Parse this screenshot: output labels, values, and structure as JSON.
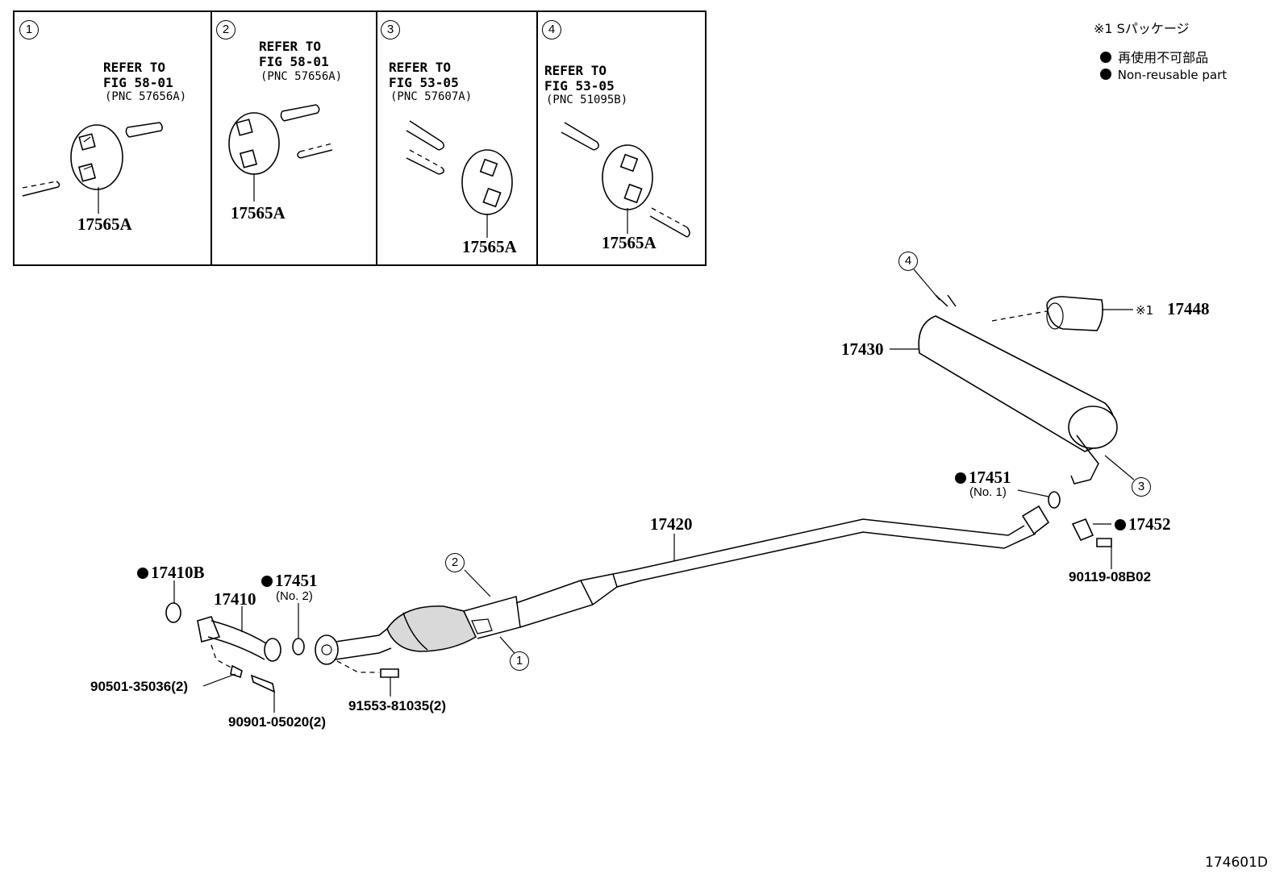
{
  "legend": {
    "spackage": "※1  Sパッケージ",
    "nonreusable_jp": "再使用不可部品",
    "nonreusable_en": "Non-reusable part"
  },
  "panels": [
    {
      "num": "1",
      "refer": "REFER TO",
      "fig": "FIG 58-01",
      "pnc": "(PNC 57656A)",
      "part": "17565A"
    },
    {
      "num": "2",
      "refer": "REFER TO",
      "fig": "FIG 58-01",
      "pnc": "(PNC 57656A)",
      "part": "17565A"
    },
    {
      "num": "3",
      "refer": "REFER TO",
      "fig": "FIG 53-05",
      "pnc": "(PNC 57607A)",
      "part": "17565A"
    },
    {
      "num": "4",
      "refer": "REFER TO",
      "fig": "FIG 53-05",
      "pnc": "(PNC 51095B)",
      "part": "17565A"
    }
  ],
  "parts": {
    "p17448_mark": "※1",
    "p17448": "17448",
    "p17430": "17430",
    "p17451a": "17451",
    "p17451a_sub": "(No. 1)",
    "p17452": "17452",
    "p90119": "90119-08B02",
    "p17420": "17420",
    "p17410b": "17410B",
    "p17410": "17410",
    "p17451b": "17451",
    "p17451b_sub": "(No. 2)",
    "p90501": "90501-35036(2)",
    "p90901": "90901-05020(2)",
    "p91553": "91553-81035(2)"
  },
  "callouts": {
    "c1": "1",
    "c2": "2",
    "c3": "3",
    "c4": "4"
  },
  "figure_id": "174601D"
}
